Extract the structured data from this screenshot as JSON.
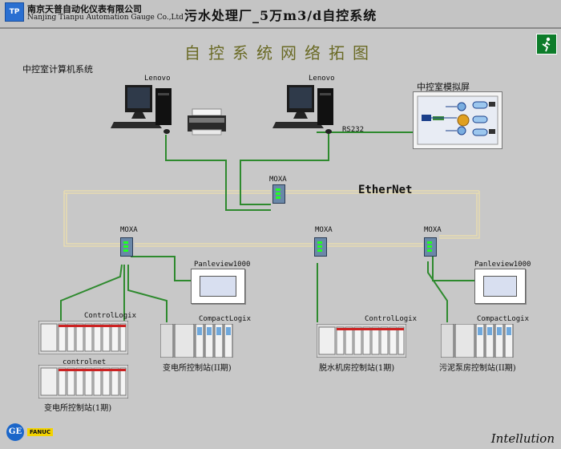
{
  "header": {
    "logo_text": "TP",
    "company_cn": "南京天普自动化仪表有限公司",
    "company_en": "Nanjing Tianpu Automation Gauge Co.,Ltd",
    "app_title": "污水处理厂_5万m3/d自控系统"
  },
  "page_title": "自控系统网络拓图",
  "labels": {
    "control_room_computers": "中控室计算机系统",
    "control_room_screen": "中控室模拟屏",
    "lenovo_left": "Lenovo",
    "lenovo_right": "Lenovo",
    "rs232": "RS232",
    "ethernet": "EtherNet",
    "moxa_top": "MOXA",
    "moxa_left": "MOXA",
    "moxa_mid": "MOXA",
    "moxa_right": "MOXA",
    "panelview_left": "Panleview1000",
    "panelview_right": "Panleview1000",
    "controllogix_left": "ControlLogix",
    "controlnet": "controlnet",
    "compactlogix_left": "CompactLogix",
    "controllogix_mid": "ControlLogix",
    "compactlogix_right": "CompactLogix"
  },
  "stations": {
    "substation_1": "变电所控制站(1期)",
    "substation_2": "变电所控制站(II期)",
    "dewatering": "脱水机房控制站(1期)",
    "sludge_pump": "污泥泵房控制站(II期)"
  },
  "footer": {
    "ge_logo": "GE",
    "fanuc": "FANUC",
    "intellution": "Intellution"
  },
  "colors": {
    "background": "#c8c8c8",
    "ethernet_cable": "#e8dcb0",
    "link_cable": "#2e8a2e",
    "title_text": "#6a6a25"
  },
  "icons": [
    "exit-icon",
    "computer-icon",
    "printer-icon",
    "switch-icon",
    "plc-rack-icon",
    "hmi-panel-icon",
    "mimic-screen-icon"
  ]
}
